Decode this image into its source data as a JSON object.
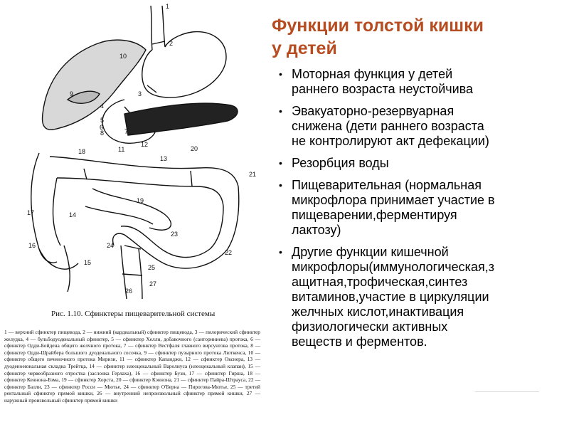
{
  "slide": {
    "title_lines": [
      "Функции толстой кишки",
      "у детей"
    ],
    "bullets": [
      {
        "lines": [
          "Моторная функция у детей",
          "раннего возраста неустойчива"
        ]
      },
      {
        "lines": [
          "Эвакуаторно-резервуарная",
          "снижена (дети раннего возраста",
          "не контролируют акт дефекации)"
        ]
      },
      {
        "lines": [
          "Резорбция воды"
        ]
      },
      {
        "lines": [
          "Пищеварительная (нормальная",
          "микрофлора принимает участие в",
          "пищеварении,ферментируя",
          "лактозу)"
        ]
      },
      {
        "lines": [
          "Другие функции кишечной",
          "микрофлоры(иммунологическая,з",
          "ащитная,трофическая,синтез",
          "витаминов,участие в циркуляции",
          "желчных кислот,инактивация",
          "физиологически активных",
          "веществ и ферментов."
        ]
      }
    ],
    "bullet_symbol": "•",
    "title_color": "#b64c1f"
  },
  "figure": {
    "caption": "Рис. 1.10. Сфинктеры пищеварительной системы",
    "legend": "1 — верхний сфинктер пищевода, 2 — нижний (кардиальный) сфинктер пищевода, 3 — пилорический сфинктер желудка, 4 — бульбодуоденальный сфинктер, 5 — сфинктер Хелли, добавочного (санториниева) протока, 6 — сфинктер Одди-Бойдена общего желчного протока, 7 — сфинктер Вестфаля главного вирсунгова протока, 8 — сфинктер Одди-Шрайбера большого дуоденального сосочка, 9 — сфинктер пузырного протока Люткенса, 10 — сфинктер общего печеночного протока Миризи, 11 — сфинктер Капанджи, 12 — сфинктер Окснера, 13 — дуоденоеюнальная складка Трейтца, 14 — сфинктер илеоцекальный Варолиуса (илеоцекальный клапан), 15 — сфинктер червеобразного отростка (заслонка Герлаха), 16 — сфинктер Бузи, 17 — сфинктер Гирша, 18 — сфинктер Кеннона-Бэма, 19 — сфинктер Хорста, 20 — сфинктер Кэннона, 21 — сфинктер Пайра-Штрауса, 22 — сфинктер Балли, 23 — сфинктер Росси — Мютье, 24 — сфинктер О'Берна — Пирогова-Мютье, 25 — третий ректальный сфинктер прямой кишки, 26 — внутренний непроизвольный сфинктер прямой кишки, 27 — наружный произвольный сфинктер прямой кишки",
    "numbers": [
      "1",
      "2",
      "3",
      "4",
      "5",
      "6",
      "7",
      "8",
      "9",
      "10",
      "11",
      "12",
      "13",
      "14",
      "15",
      "16",
      "17",
      "18",
      "19",
      "20",
      "21",
      "22",
      "23",
      "24",
      "25",
      "26",
      "27"
    ]
  }
}
